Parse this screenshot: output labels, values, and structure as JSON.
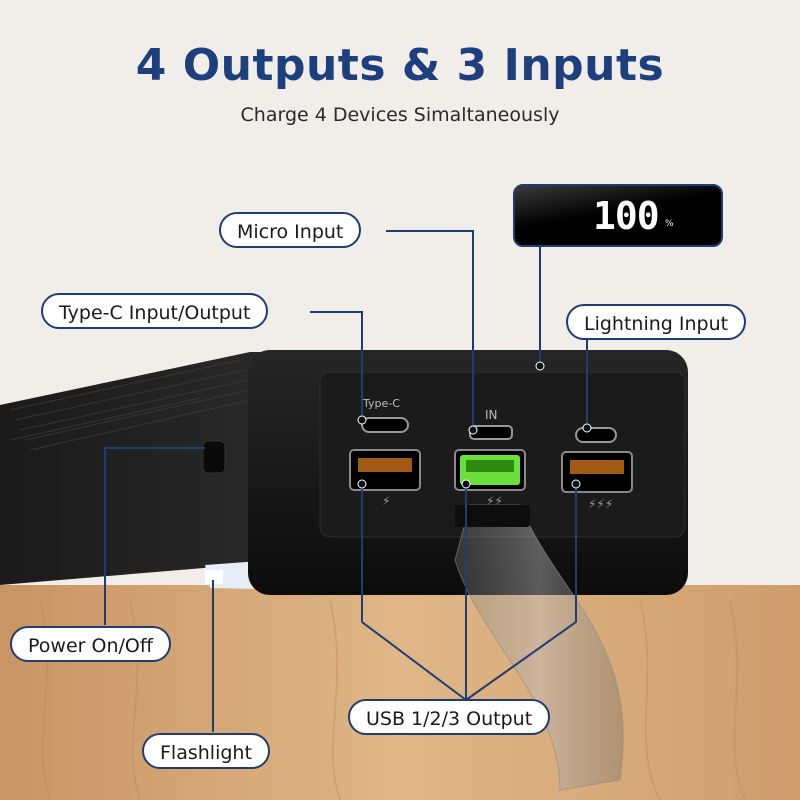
{
  "header": {
    "title": "4 Outputs & 3 Inputs",
    "subtitle": "Charge 4 Devices Simaltaneously"
  },
  "display": {
    "value": "100",
    "unit": "%"
  },
  "ports": {
    "typec_engraving": "Type-C",
    "in_engraving": "IN"
  },
  "callouts": {
    "micro_input": "Micro Input",
    "typec_io": "Type-C Input/Output",
    "lightning_input": "Lightning Input",
    "power": "Power On/Off",
    "usb_output": "USB 1/2/3 Output",
    "flashlight": "Flashlight"
  },
  "colors": {
    "title": "#1e3f7d",
    "callout_border": "#1f3d70",
    "device_body": "#141414",
    "qc_port": "#6be03a",
    "table": "#d6aa78"
  }
}
